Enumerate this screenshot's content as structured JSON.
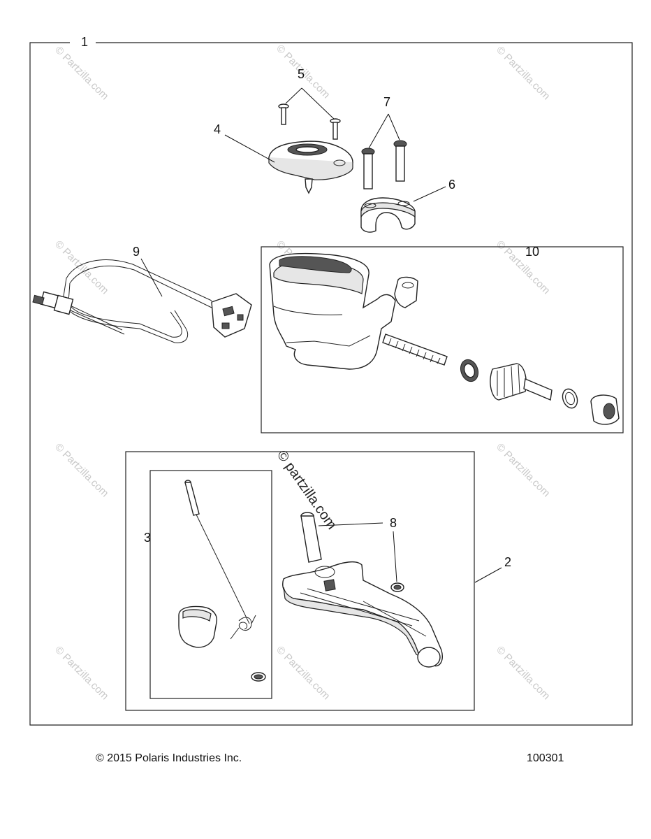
{
  "callouts": {
    "c1": "1",
    "c2": "2",
    "c3": "3",
    "c4": "4",
    "c5": "5",
    "c6": "6",
    "c7": "7",
    "c8": "8",
    "c9": "9",
    "c10": "10"
  },
  "watermark": {
    "main": "© partzilla.com",
    "tile": "© Partzilla.com"
  },
  "footer": {
    "copyright": "© 2015 Polaris Industries Inc.",
    "figure_id": "100301"
  }
}
